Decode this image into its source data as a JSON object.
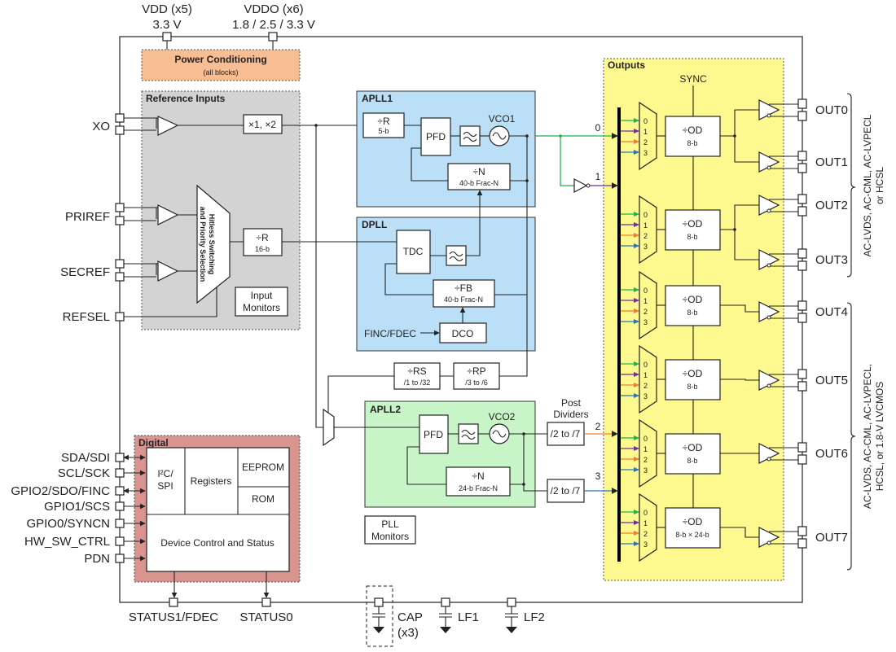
{
  "supply": {
    "vdd": {
      "name": "VDD (x5)",
      "voltage": "3.3 V"
    },
    "vddo": {
      "name": "VDDO (x6)",
      "voltage": "1.8 / 2.5 / 3.3 V"
    }
  },
  "power_conditioning": {
    "title": "Power Conditioning",
    "subtitle": "(all blocks)"
  },
  "reference_inputs": {
    "title": "Reference Inputs",
    "pins": [
      "XO",
      "PRIREF",
      "SECREF",
      "REFSEL"
    ],
    "multiplier": "×1, ×2",
    "mux_label_1": "Hitless Switching",
    "mux_label_2": "and Priority Selection",
    "divider": {
      "name": "÷R",
      "bits": "16-b"
    },
    "monitors_1": "Input",
    "monitors_2": "Monitors"
  },
  "apll1": {
    "title": "APLL1",
    "r_divider": {
      "name": "÷R",
      "bits": "5-b"
    },
    "pfd": "PFD",
    "vco": "VCO1",
    "n_divider": {
      "name": "÷N",
      "bits": "40-b Frac-N"
    }
  },
  "dpll": {
    "title": "DPLL",
    "tdc": "TDC",
    "fb_divider": {
      "name": "÷FB",
      "bits": "40-b Frac-N"
    },
    "dco": "DCO",
    "finc_fdec": "FINC/FDEC"
  },
  "rs_divider": {
    "name": "÷RS",
    "range": "/1 to /32"
  },
  "rp_divider": {
    "name": "÷RP",
    "range": "/3 to /6"
  },
  "apll2": {
    "title": "APLL2",
    "pfd": "PFD",
    "vco": "VCO2",
    "n_divider": {
      "name": "÷N",
      "bits": "24-b Frac-N"
    }
  },
  "pll_monitors": [
    "PLL",
    "Monitors"
  ],
  "post_dividers": {
    "title_1": "Post",
    "title_2": "Dividers",
    "dividers": [
      "/2 to /7",
      "/2 to /7"
    ],
    "bus_labels": [
      "2",
      "3"
    ]
  },
  "bus_labels": [
    "0",
    "1"
  ],
  "digital": {
    "title": "Digital",
    "interface": "I²C/ SPI",
    "interface_1": "I²C/",
    "interface_2": "SPI",
    "registers": "Registers",
    "eeprom": "EEPROM",
    "rom": "ROM",
    "control": "Device Control and Status",
    "pins": [
      "SDA/SDI",
      "SCL/SCK",
      "GPIO2/SDO/FINC",
      "GPIO1/SCS",
      "GPIO0/SYNCN",
      "HW_SW_CTRL",
      "PDN"
    ]
  },
  "bottom_pins": {
    "status1": "STATUS1/FDEC",
    "status0": "STATUS0",
    "cap": "CAP",
    "cap_count": "(x3)",
    "lf1": "LF1",
    "lf2": "LF2"
  },
  "outputs": {
    "title": "Outputs",
    "sync": "SYNC",
    "mux_inputs": [
      "0",
      "1",
      "2",
      "3"
    ],
    "mux_input_colors": [
      "#22b14c",
      "#7030a0",
      "#ed7d31",
      "#2e75b6"
    ],
    "channels": [
      {
        "divider": "÷OD",
        "bits": "8-b",
        "outs": [
          "OUT0",
          "OUT1"
        ]
      },
      {
        "divider": "÷OD",
        "bits": "8-b",
        "outs": [
          "OUT2",
          "OUT3"
        ]
      },
      {
        "divider": "÷OD",
        "bits": "8-b",
        "outs": [
          "OUT4"
        ]
      },
      {
        "divider": "÷OD",
        "bits": "8-b",
        "outs": [
          "OUT5"
        ]
      },
      {
        "divider": "÷OD",
        "bits": "8-b",
        "outs": [
          "OUT6"
        ]
      },
      {
        "divider": "÷OD",
        "bits": "8-b × 24-b",
        "outs": [
          "OUT7"
        ]
      }
    ],
    "group1_formats_1": "AC-LVDS, AC-CML, AC-LVPECL",
    "group1_formats_2": "or HCSL",
    "group2_formats_1": "AC-LVDS, AC-CML, AC-LVPECL,",
    "group2_formats_2": "HCSL, or 1.8-V LVCMOS"
  },
  "colors": {
    "power": "#f7bd93",
    "reference": "#d3d3d3",
    "pll_blue": "#bcdff8",
    "pll_green": "#c8f5c8",
    "digital": "#d9948f",
    "outputs": "#fdf98e"
  }
}
